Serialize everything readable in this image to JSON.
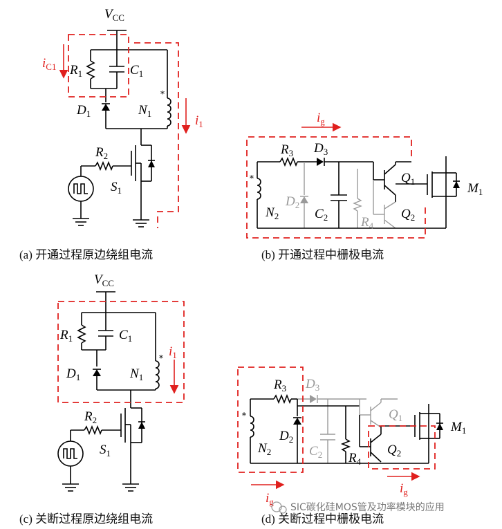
{
  "panels": {
    "a": {
      "caption": "(a)  开通过程原边绕组电流",
      "vcc": "V",
      "vcc_sub": "CC",
      "r1": "R",
      "r1_sub": "1",
      "c1": "C",
      "c1_sub": "1",
      "d1": "D",
      "d1_sub": "1",
      "n1": "N",
      "n1_sub": "1",
      "r2": "R",
      "r2_sub": "2",
      "s1": "S",
      "s1_sub": "1",
      "ic1": "i",
      "ic1_sub": "C1",
      "i1": "i",
      "i1_sub": "1"
    },
    "b": {
      "caption": "(b)  开通过程中栅极电流",
      "ig": "i",
      "ig_sub": "g",
      "r3": "R",
      "r3_sub": "3",
      "d3": "D",
      "d3_sub": "3",
      "d2": "D",
      "d2_sub": "2",
      "c2": "C",
      "c2_sub": "2",
      "r4": "R",
      "r4_sub": "4",
      "n2": "N",
      "n2_sub": "2",
      "q1": "Q",
      "q1_sub": "1",
      "q2": "Q",
      "q2_sub": "2",
      "m1": "M",
      "m1_sub": "1"
    },
    "c": {
      "caption": "(c)  关断过程原边绕组电流",
      "vcc": "V",
      "vcc_sub": "CC",
      "r1": "R",
      "r1_sub": "1",
      "c1": "C",
      "c1_sub": "1",
      "d1": "D",
      "d1_sub": "1",
      "n1": "N",
      "n1_sub": "1",
      "r2": "R",
      "r2_sub": "2",
      "s1": "S",
      "s1_sub": "1",
      "i1": "i",
      "i1_sub": "1"
    },
    "d": {
      "caption": "(d)  关断过程中栅极电流",
      "ig1": "i",
      "ig1_sub": "g",
      "ig2": "i",
      "ig2_sub": "g",
      "r3": "R",
      "r3_sub": "3",
      "d3": "D",
      "d3_sub": "3",
      "d2": "D",
      "d2_sub": "2",
      "c2": "C",
      "c2_sub": "2",
      "r4": "R",
      "r4_sub": "4",
      "n2": "N",
      "n2_sub": "2",
      "q1": "Q",
      "q1_sub": "1",
      "q2": "Q",
      "q2_sub": "2",
      "m1": "M",
      "m1_sub": "1"
    }
  },
  "watermark": "SIC碳化硅MOS管及功率模块的应用",
  "colors": {
    "current_path": "#e0201e",
    "inactive": "#9a9a9a",
    "wire": "#000000"
  }
}
